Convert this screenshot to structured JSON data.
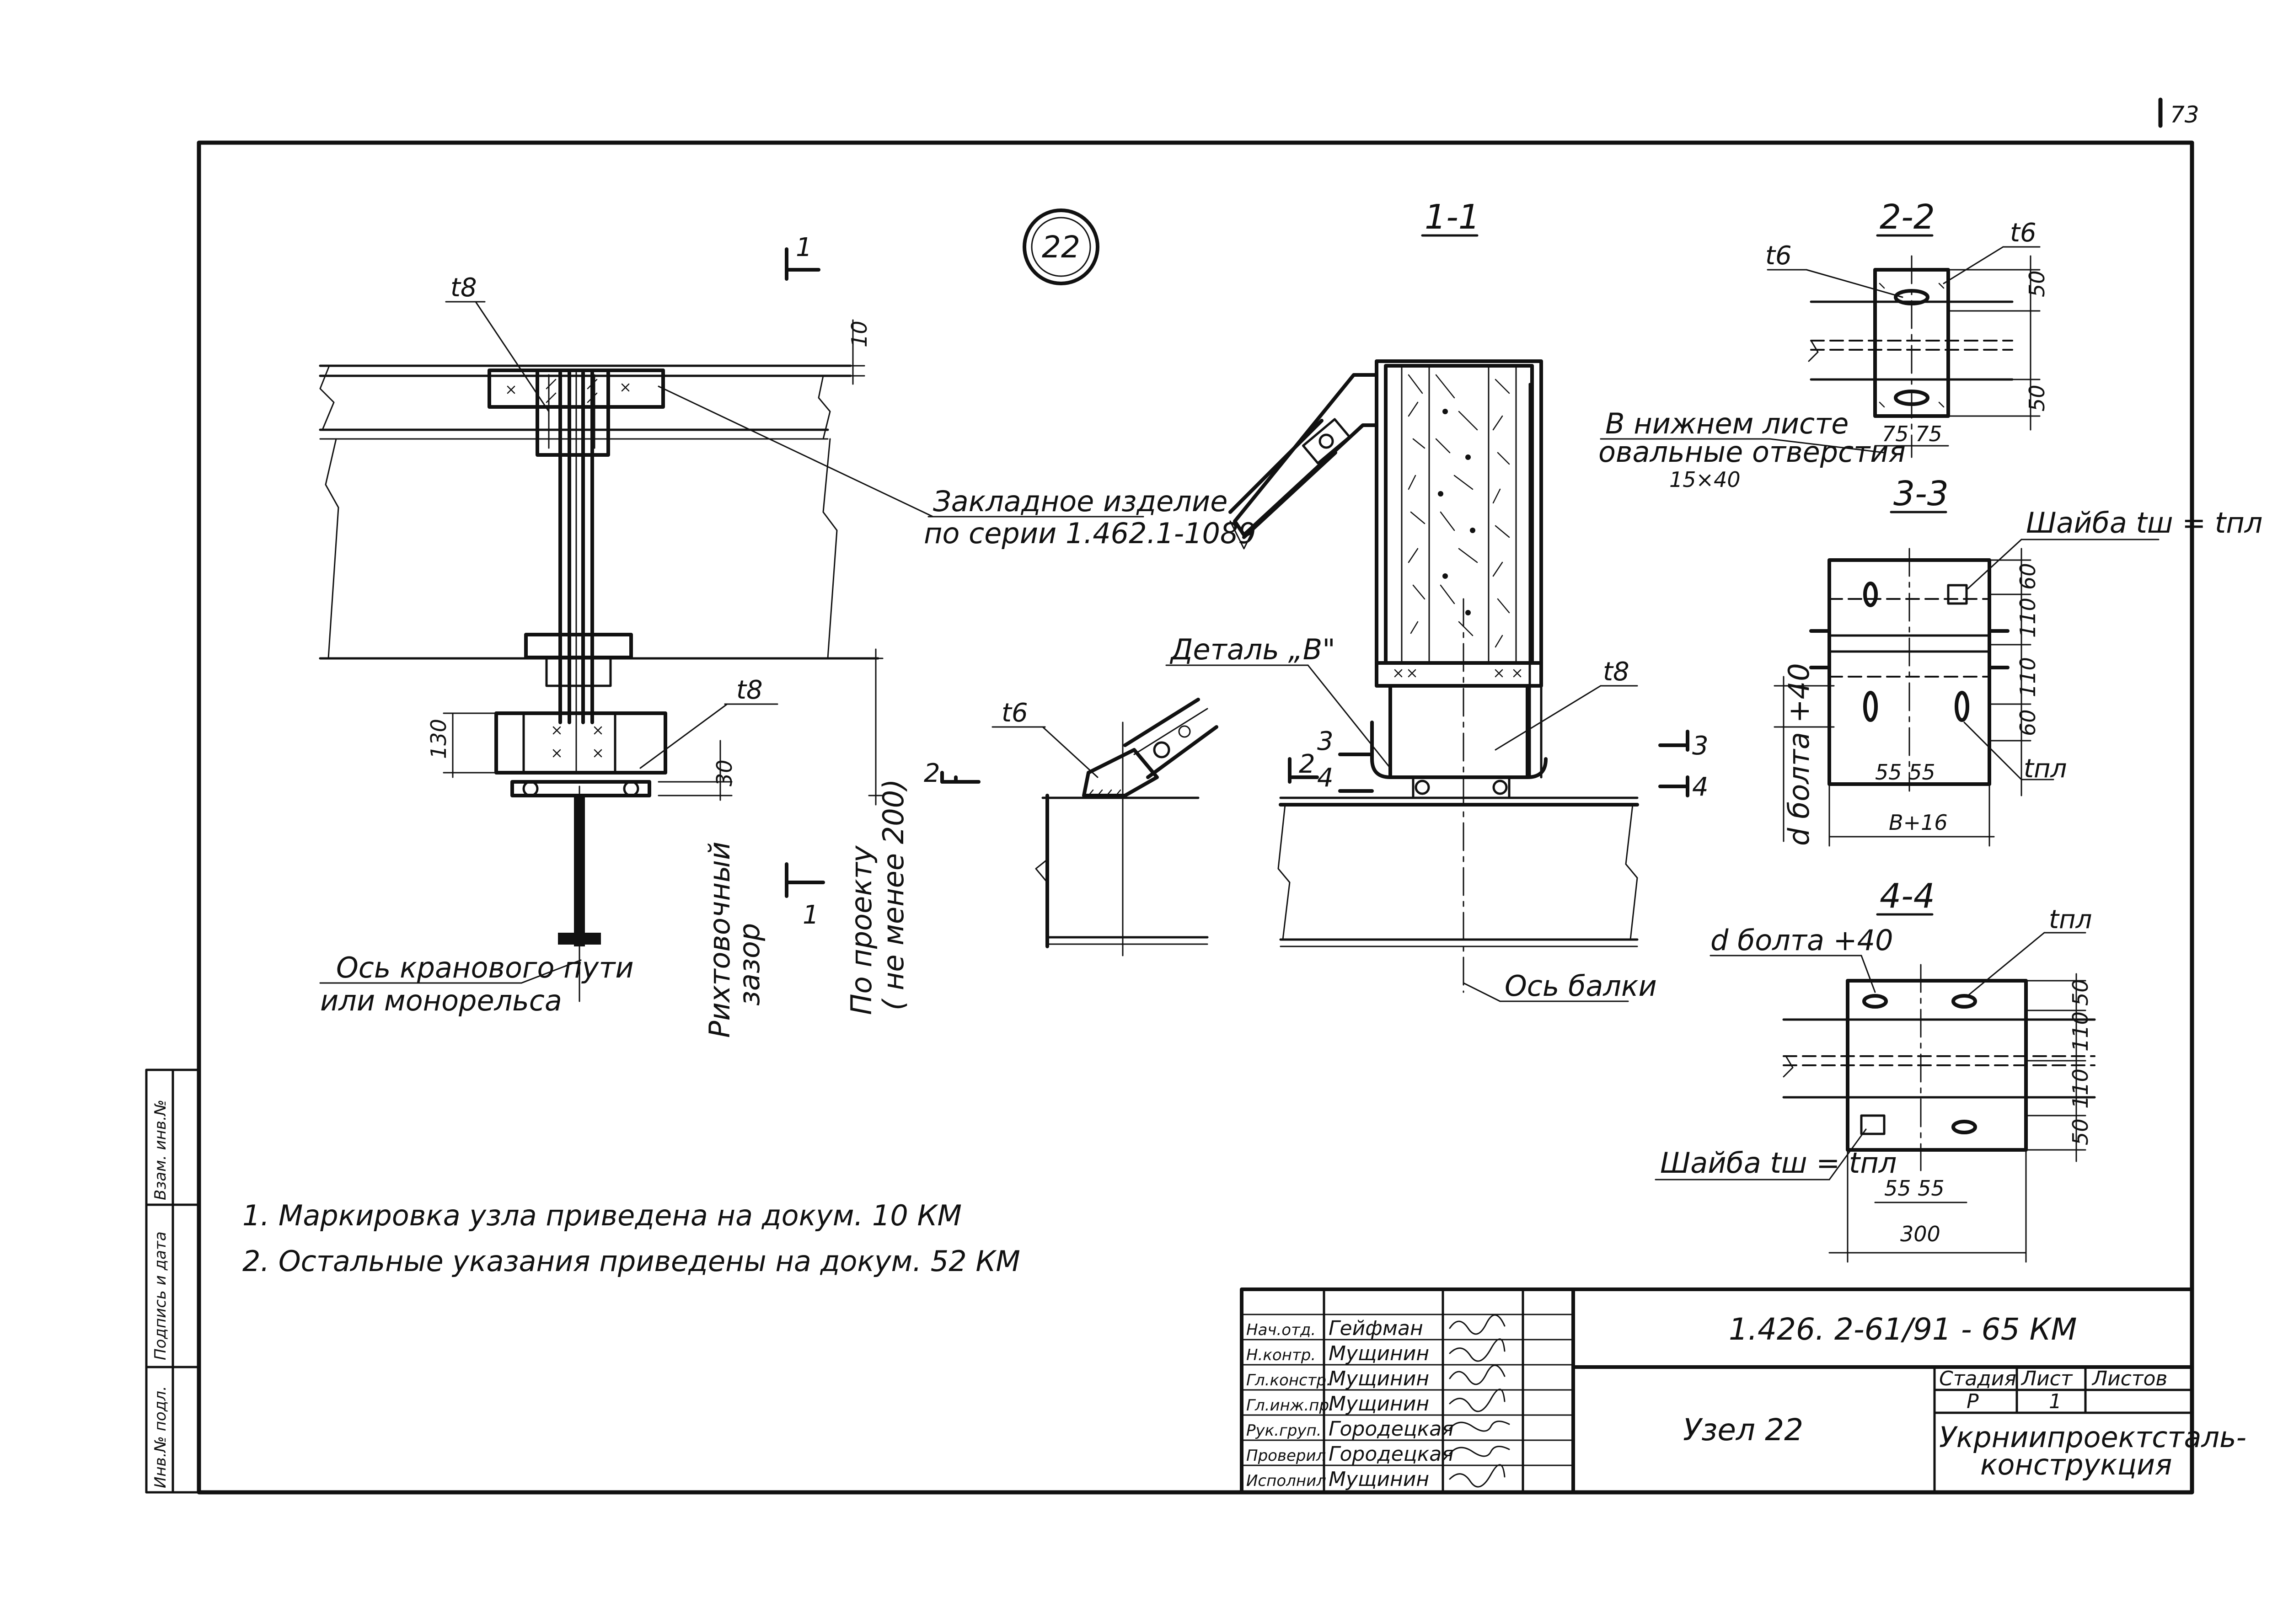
{
  "sheet_number": "73",
  "node_marker": "22",
  "labels": {
    "t8_top": "t8",
    "t8_mid": "t8",
    "t8_section": "t8",
    "t6_detail": "t6",
    "t6_22": "t6",
    "t6_22b": "t6",
    "dim_10": "10",
    "dim_130": "130",
    "dim_30": "30",
    "embedded_1": "Закладное изделие",
    "embedded_2": "по серии 1.462.1-1089",
    "rail_axis_1": "Ось кранового пути",
    "rail_axis_2": "или монорельса",
    "gap_1": "Рихтовочный",
    "gap_2": "зазор",
    "proj_1": "По проекту",
    "proj_2": "( не менее 200)",
    "detail_b": "Деталь „В\"",
    "beam_axis": "Ось балки",
    "cut_1": "1",
    "cut_2": "2",
    "cut_3": "3",
    "cut_4": "4"
  },
  "sections": {
    "s11": "1-1",
    "s22": "2-2",
    "s33": "3-3",
    "s44": "4-4"
  },
  "sec22": {
    "d50a": "50",
    "d50b": "50",
    "d75": "75 75",
    "note_1": "В нижнем листе",
    "note_2": "овальные отверстия",
    "note_3": "15×40"
  },
  "sec33": {
    "washer": "Шайба tш = tпл",
    "d60a": "60",
    "d110a": "110",
    "d110b": "110",
    "d60b": "60",
    "d55": "55 55",
    "width": "B+16",
    "tpl": "tпл",
    "bolt": "d болта +40"
  },
  "sec44": {
    "bolt": "d болта +40",
    "tpl": "tпл",
    "d50a": "50",
    "d110a": "110",
    "d110b": "110",
    "d50b": "50",
    "d55": "55 55",
    "d300": "300",
    "washer": "Шайба tш = tпл"
  },
  "notes": [
    "1. Маркировка узла приведена на докум. 10 КМ",
    "2. Остальные указания приведены на докум. 52 КМ"
  ],
  "stamp": {
    "side_cols": [
      "Инв.№ подл.",
      "Подпись и дата",
      "Взам. инв.№"
    ],
    "roles": [
      "Нач.отд.",
      "Н.контр.",
      "Гл.констр.",
      "Гл.инж.пр.",
      "Рук.груп.",
      "Проверил",
      "Исполнил"
    ],
    "names": [
      "Гейфман",
      "Мущинин",
      "Мущинин",
      "Мущинин",
      "Городецкая",
      "Городецкая",
      "Мущинин"
    ],
    "doc_code": "1.426. 2-61/91 - 65 КМ",
    "title": "Узел 22",
    "stage_label": "Стадия",
    "sheet_label": "Лист",
    "sheets_label": "Листов",
    "stage": "Р",
    "sheet": "1",
    "org_1": "Укрниипроектсталь-",
    "org_2": "конструкция"
  }
}
